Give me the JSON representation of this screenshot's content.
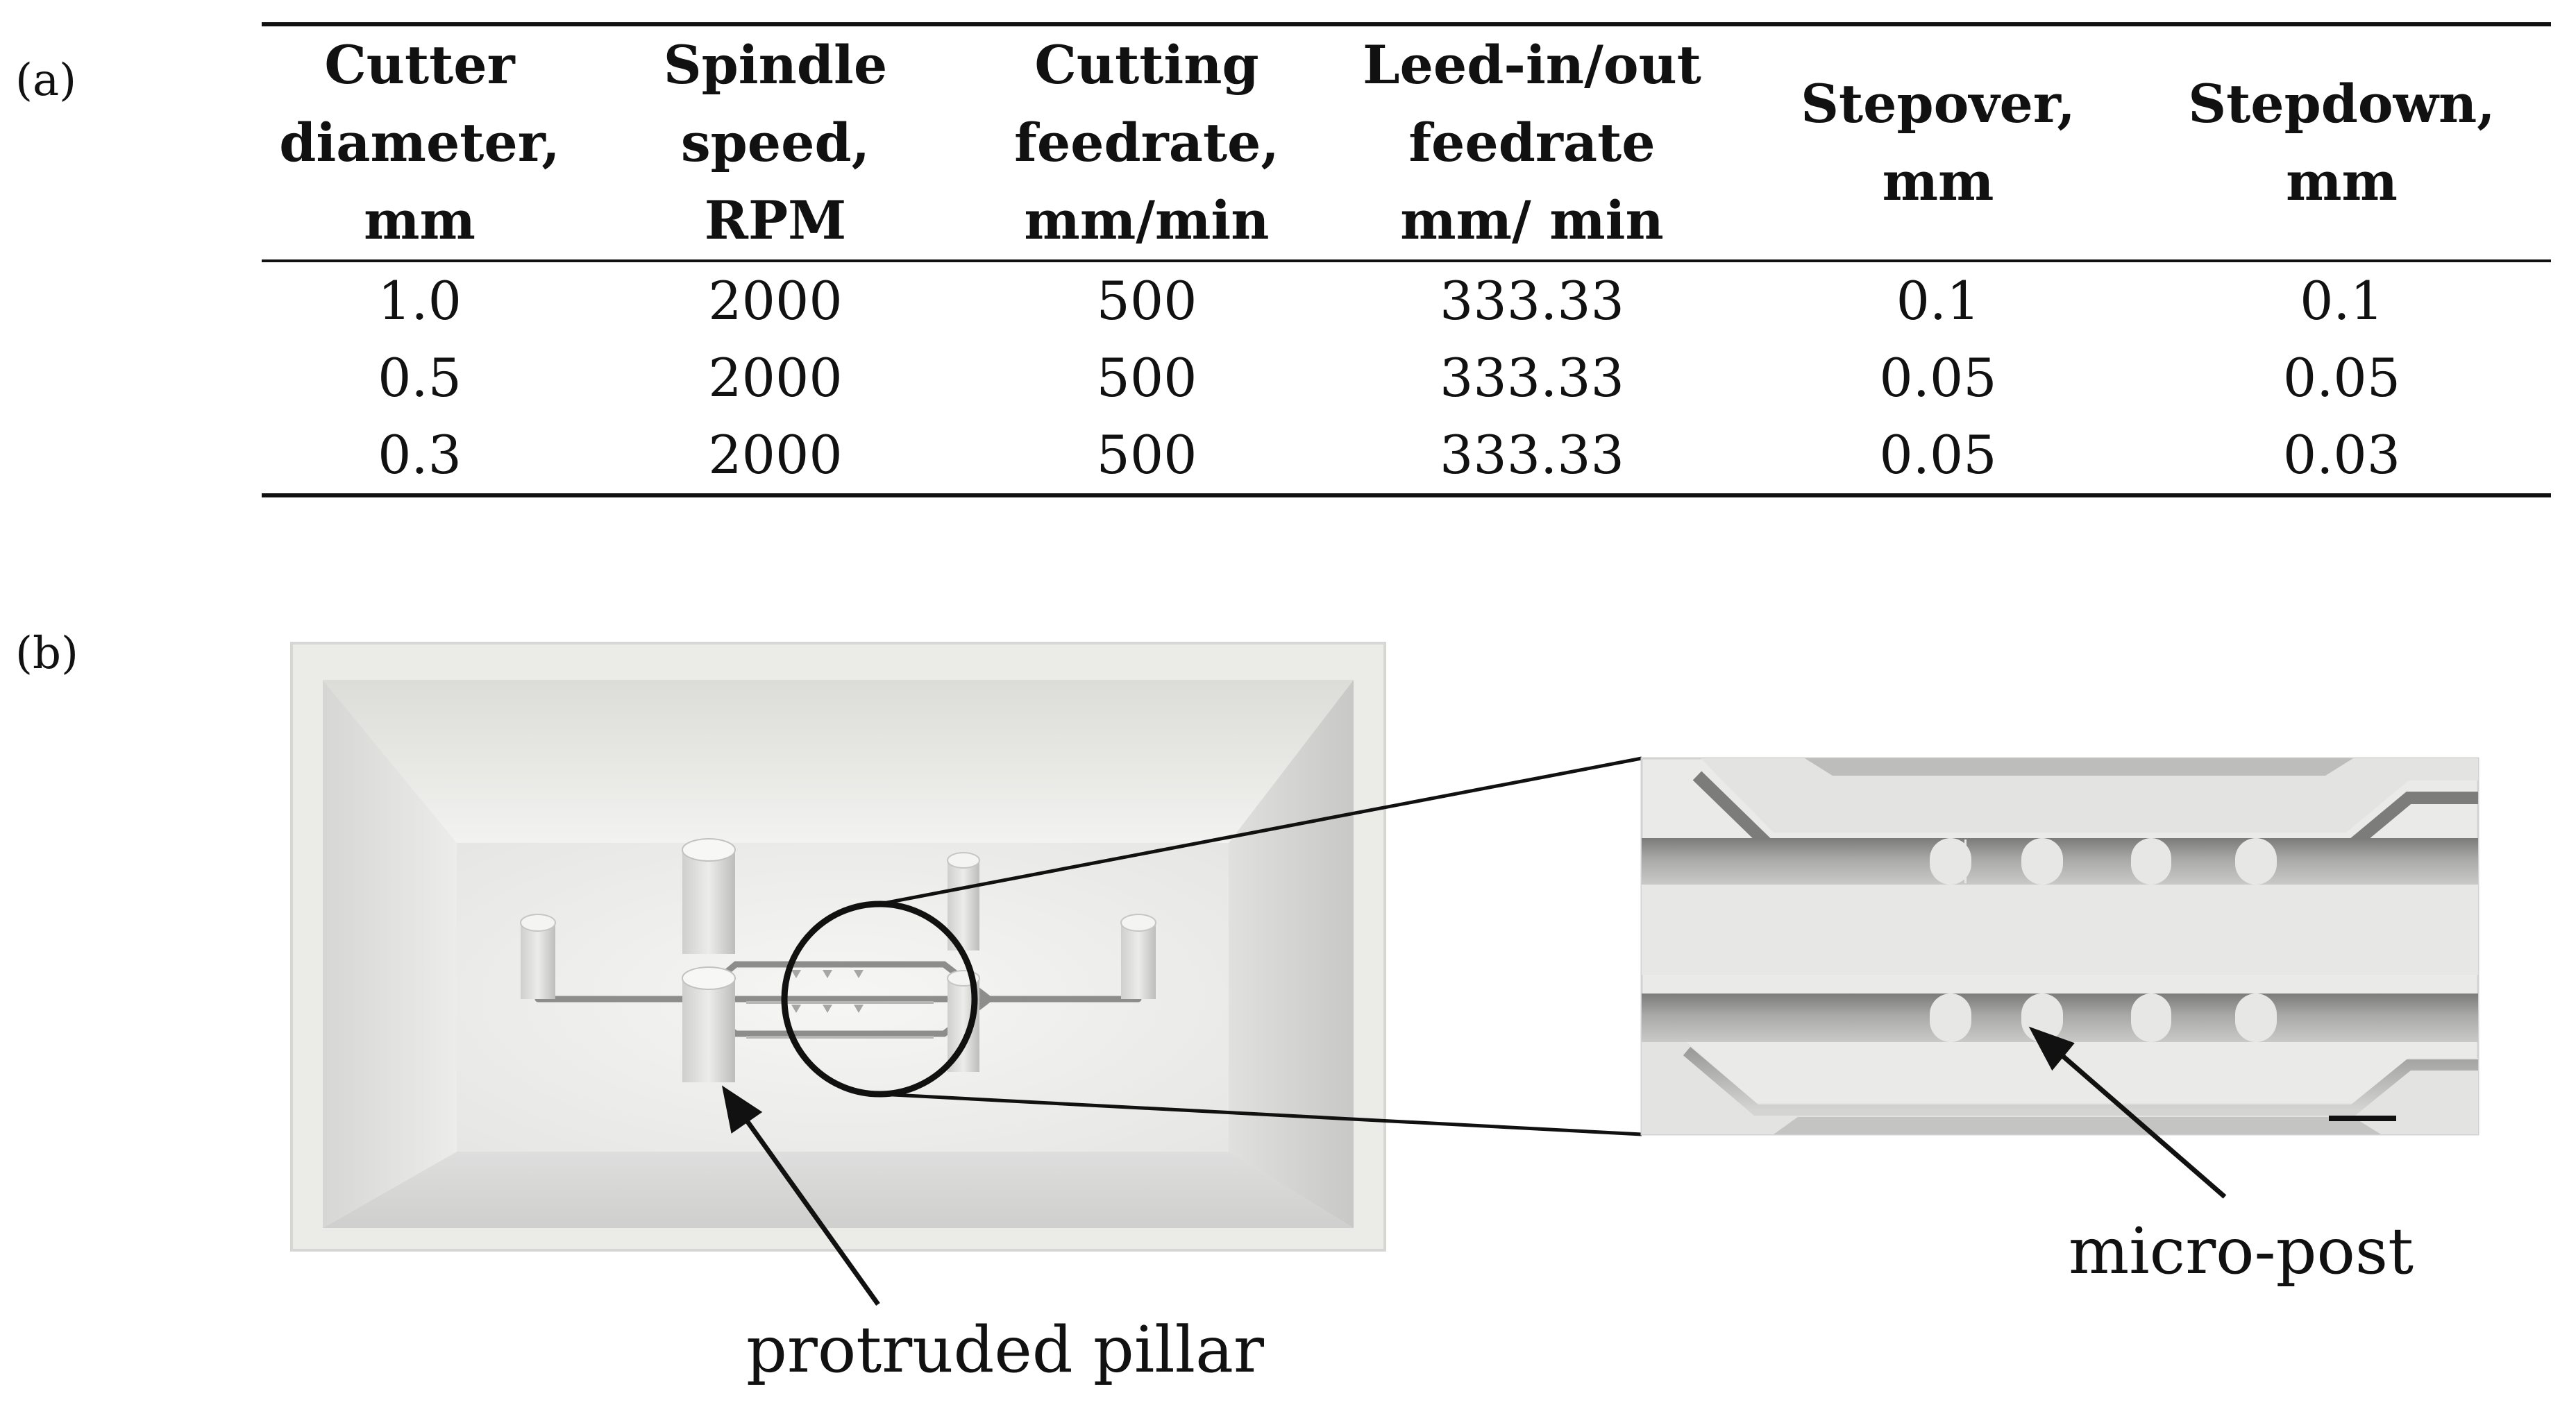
{
  "panel_labels": {
    "a": "(a)",
    "b": "(b)"
  },
  "table": {
    "headers": [
      "Cutter\ndiameter,\nmm",
      "Spindle speed,\nRPM",
      "Cutting\nfeedrate,\nmm/min",
      "Leed-in/out\nfeedrate\nmm/ min",
      "Stepover,\nmm",
      "Stepdown,\nmm"
    ],
    "rows": [
      [
        "1.0",
        "2000",
        "500",
        "333.33",
        "0.1",
        "0.1"
      ],
      [
        "0.5",
        "2000",
        "500",
        "333.33",
        "0.05",
        "0.05"
      ],
      [
        "0.3",
        "2000",
        "500",
        "333.33",
        "0.05",
        "0.03"
      ]
    ]
  },
  "figure": {
    "callouts": {
      "pillar": "protruded  pillar",
      "post": "micro-post"
    }
  }
}
